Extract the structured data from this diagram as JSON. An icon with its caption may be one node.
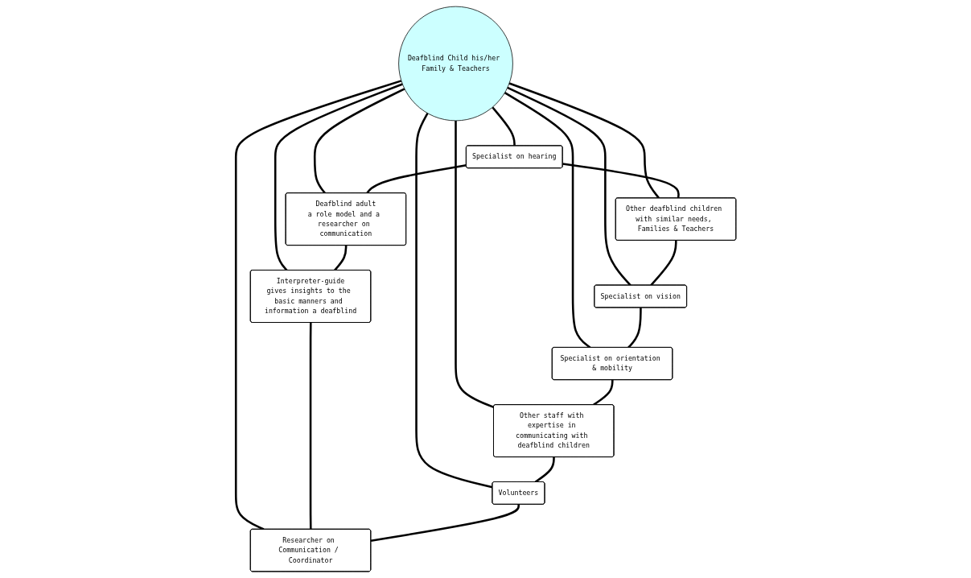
{
  "diagram": {
    "nodes": [
      {
        "text": [
          "Deafblind Child his/her Family & Teachers"
        ]
      },
      {
        "text": [
          "Other deafblind children with similar needs, Families & Teachers"
        ]
      },
      {
        "text": [
          "Specialist on hearing"
        ]
      },
      {
        "text": [
          "Specialist on vision"
        ]
      },
      {
        "text": [
          "Deafblind adult",
          "a role model and a researcher on communication"
        ]
      },
      {
        "text": [
          "Specialist on orientation & mobility"
        ]
      },
      {
        "text": [
          "Interpreter-guide",
          "gives insights to the basic manners and information a deafblind"
        ]
      },
      {
        "text": [
          "Other staff with expertise in communicating with deafblind children"
        ]
      },
      {
        "text": [
          "Volunteers"
        ]
      },
      {
        "text": [
          "Researcher on Communication / Coordinator"
        ]
      }
    ],
    "edges": [
      {
        "from": 0,
        "to": 1,
        "arrow": "none"
      },
      {
        "from": 0,
        "to": 2,
        "arrow": "none"
      },
      {
        "from": 0,
        "to": 3,
        "arrow": "none"
      },
      {
        "from": 0,
        "to": 4,
        "arrow": "none"
      },
      {
        "from": 0,
        "to": 5,
        "arrow": "none"
      },
      {
        "from": 0,
        "to": 6,
        "arrow": "none"
      },
      {
        "from": 0,
        "to": 7,
        "arrow": "none"
      },
      {
        "from": 0,
        "to": 8,
        "arrow": "none"
      },
      {
        "from": 0,
        "to": 9,
        "arrow": "none"
      },
      {
        "from": 2,
        "to": 1,
        "arrow": "none"
      },
      {
        "from": 1,
        "to": 3,
        "arrow": "none"
      },
      {
        "from": 2,
        "to": 4,
        "arrow": "none"
      },
      {
        "from": 4,
        "to": 6,
        "arrow": "none"
      },
      {
        "from": 6,
        "to": 9,
        "arrow": "none"
      },
      {
        "from": 3,
        "to": 5,
        "arrow": "none"
      },
      {
        "from": 5,
        "to": 7,
        "arrow": "none"
      },
      {
        "from": 7,
        "to": 8,
        "arrow": "none"
      },
      {
        "from": 8,
        "to": 9,
        "arrow": "none"
      }
    ]
  }
}
